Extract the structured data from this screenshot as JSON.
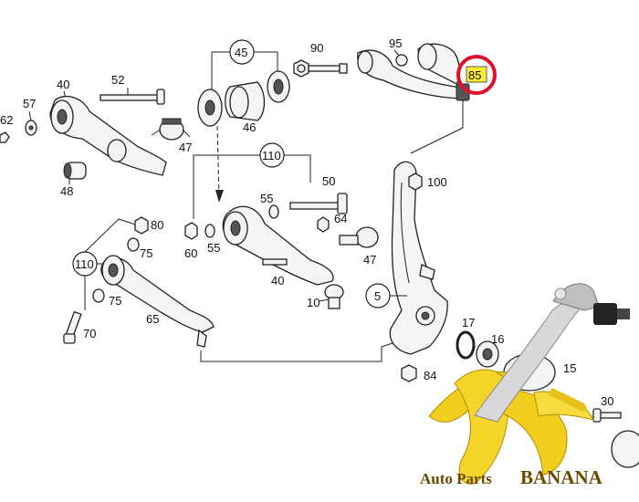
{
  "diagram": {
    "callouts": {
      "c45": "45",
      "c110a": "110",
      "c110b": "110",
      "c5": "5"
    },
    "labels": {
      "l95": "95",
      "l90": "90",
      "l85": "85",
      "l52": "52",
      "l40a": "40",
      "l57": "57",
      "l62": "62",
      "l47a": "47",
      "l48": "48",
      "l46": "46",
      "l100": "100",
      "l50": "50",
      "l55a": "55",
      "l64": "64",
      "l60": "60",
      "l55b": "55",
      "l40b": "40",
      "l47b": "47",
      "l80": "80",
      "l75a": "75",
      "l75b": "75",
      "l65": "65",
      "l70": "70",
      "l10": "10",
      "l17": "17",
      "l16": "16",
      "l15": "15",
      "l84": "84",
      "l30": "30"
    },
    "highlight": {
      "part": "85",
      "ring_color": "#e0102a",
      "tag_color": "#ffee33"
    }
  },
  "watermark": {
    "brand_prefix": "Auto Parts",
    "brand_name": "BANANA",
    "icon": "banana-logo-icon",
    "text_color": "#6b4a00",
    "banana_color": "#f2cf1d"
  }
}
